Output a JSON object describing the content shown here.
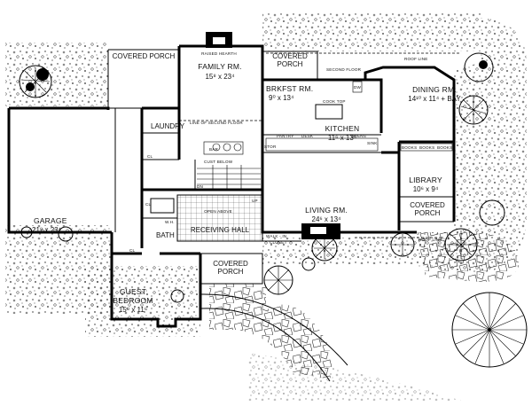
{
  "rooms": {
    "covered_porch_nw": {
      "name": "COVERED PORCH"
    },
    "family_rm": {
      "name": "FAMILY RM.",
      "size": "15⁸ x 23⁴"
    },
    "covered_porch_n": {
      "name": "COVERED",
      "name2": "PORCH"
    },
    "brkfst_rm": {
      "name": "BRKFST RM.",
      "size": "9⁰ x 13⁴"
    },
    "kitchen": {
      "name": "KITCHEN",
      "size": "11⁶ x 13⁶"
    },
    "dining_rm": {
      "name": "DINING RM.",
      "size": "14¹⁰ x 11⁴ + BAY"
    },
    "library": {
      "name": "LIBRARY",
      "size": "10⁶ x 9⁴"
    },
    "covered_porch_e": {
      "name": "COVERED",
      "name2": "PORCH"
    },
    "living_rm": {
      "name": "LIVING RM.",
      "size": "24⁶ x 13⁴"
    },
    "garage": {
      "name": "GARAGE",
      "size": "21⁸ x 23⁴"
    },
    "laundry": {
      "name": "LAUNDRY"
    },
    "bath": {
      "name": "BATH"
    },
    "receiving_hall": {
      "name": "RECEIVING HALL"
    },
    "guest_bedroom": {
      "name": "GUEST",
      "name2": "BEDROOM",
      "size": "15⁸ x 11⁶"
    },
    "covered_porch_s": {
      "name": "COVERED",
      "name2": "PORCH"
    }
  },
  "notes": {
    "raised_hearth": "RAISED HEARTH",
    "line_second_floor": "LINE OF SECOND FLOOR",
    "second_floor": "SECOND FLOOR",
    "roof_line_top": "ROOF LINE",
    "roof_line_bottom": "ROOF LINE",
    "cook_top": "COOK TOP",
    "pantry": "PANTRY",
    "desk": "DESK",
    "ovens": "OVENS",
    "stor": "STOR",
    "sink": "SINK",
    "dw": "DW",
    "books1": "BOOKS",
    "books2": "BOOKS",
    "books3": "BOOKS",
    "open_above": "OPEN ABOVE",
    "walk_in_closet": "WALK - IN",
    "walk_in_closet2": "CLOSET",
    "bar": "BAR",
    "cust_below": "CUST BELOW",
    "cl1": "CL",
    "cl2": "CL",
    "cl3": "CL",
    "dn": "DN",
    "up": "UP",
    "wh": "W.H."
  }
}
